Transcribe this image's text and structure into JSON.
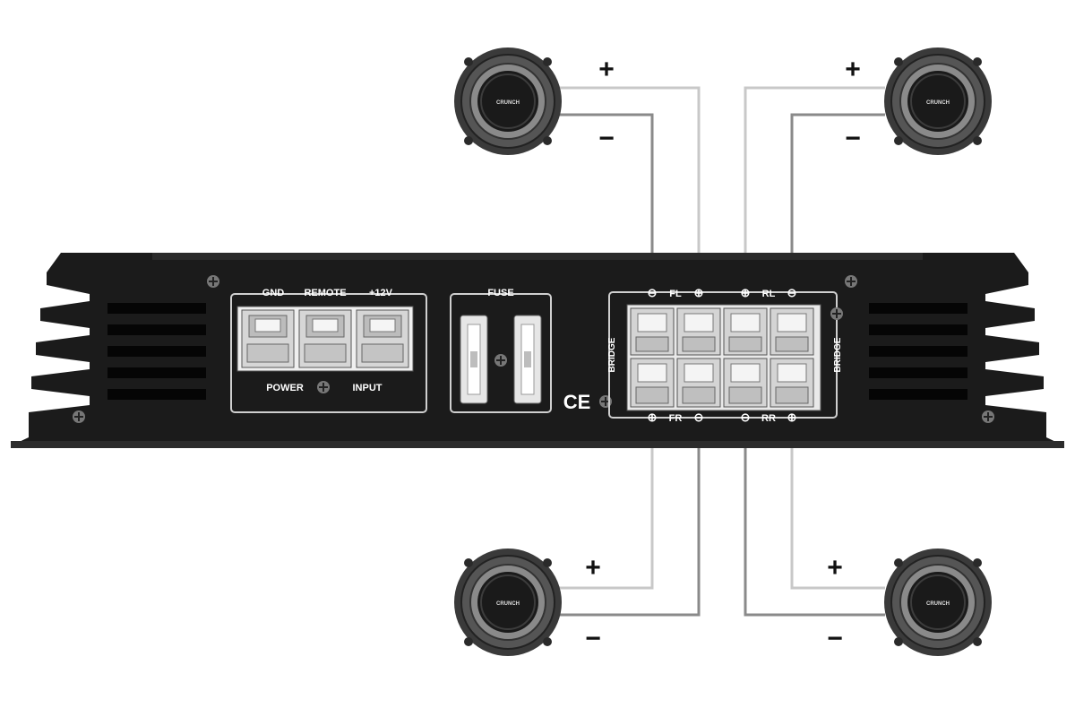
{
  "amplifier": {
    "power_block": {
      "terminals": [
        "GND",
        "REMOTE",
        "+12V"
      ],
      "bottom_left": "POWER",
      "bottom_right": "INPUT"
    },
    "fuse_label": "FUSE",
    "ce_mark": "CE",
    "speaker_block": {
      "bridge_left": "BRIDGE",
      "bridge_right": "BRIDGE",
      "top_left_channel": "FL",
      "top_right_channel": "RL",
      "bottom_left_channel": "FR",
      "bottom_right_channel": "RR",
      "plus_symbol": "⊕",
      "minus_symbol": "⊖"
    }
  },
  "speakers": {
    "brand": "CRUNCH",
    "plus_sign": "+",
    "minus_sign": "−"
  },
  "colors": {
    "chassis": "#1b1b1b",
    "wire_positive": "#c8c8c8",
    "wire_negative": "#8a8a8a",
    "speaker_body": "#3a3a3a"
  }
}
